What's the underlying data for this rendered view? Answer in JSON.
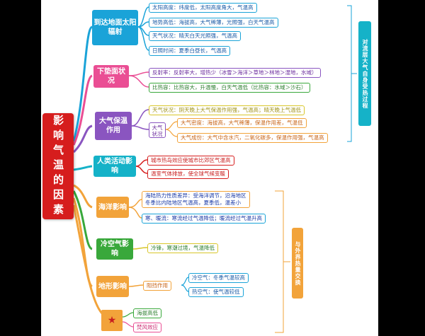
{
  "root": "影响气温的因素",
  "colors": {
    "blue": "#1aa3d8",
    "pink": "#ea4e94",
    "purple": "#8a55c0",
    "cyan": "#15b2c8",
    "orange": "#f2a33a",
    "green": "#39a83b",
    "red": "#d61d1d",
    "yellow": "#d8c62a"
  },
  "branches": {
    "radiation": {
      "label": "到达地面太阳辐射",
      "items": [
        "太阳高度：纬度低，太阳高度角大，气温高",
        "地势高低：海拔高，大气稀薄，光照强，白天气温高",
        "天气状况：晴天白天光照强，气温高",
        "日照时间：夏季白昼长，气温高"
      ]
    },
    "surface": {
      "label": "下垫面状况",
      "items": [
        "反射率：反射率大，增热少（冰雪＞海洋＞草地＞林地＞湿地，水域）",
        "比热容：比热容大，升温慢，白天气温低（比热容：水域＞沙石）"
      ]
    },
    "atmosphere": {
      "label": "大气保温作用",
      "top": "天气状况：阴天晚上大气保温作用强，气温高；晴天晚上气温低",
      "sub_label": "大气状况",
      "sub_items": [
        "大气密度：海拔高，大气稀薄，保温作用差，气温低",
        "大气成份：大气中含水汽，二氧化碳多，保温作用强，气温高"
      ]
    },
    "human": {
      "label": "人类活动影响",
      "items": [
        "城市热岛效应使城市比郊区气温高",
        "温室气体排放，使全球气候变暖"
      ]
    },
    "ocean": {
      "label": "海洋影响",
      "items": [
        "海陆热力性质差异：受海洋调节，沿海地区\n冬季比内陆地区气温高，夏季低，温差小",
        "寒、暖流：寒流经过气温降低；暖流经过气温升高"
      ]
    },
    "cold": {
      "label": "冷空气影响",
      "items": [
        "冷锋，寒潮过境，气温降低"
      ]
    },
    "terrain": {
      "label": "地形影响",
      "sub_label": "阻挡作用",
      "sub_items": [
        "冷空气：冬季气温较高",
        "热空气：使气温较低"
      ],
      "extra": [
        "海拔高低",
        "焚风效应"
      ]
    }
  },
  "side_labels": {
    "right": "对流层大气自身受热过程",
    "bottom_right": "与外界热量交换"
  }
}
